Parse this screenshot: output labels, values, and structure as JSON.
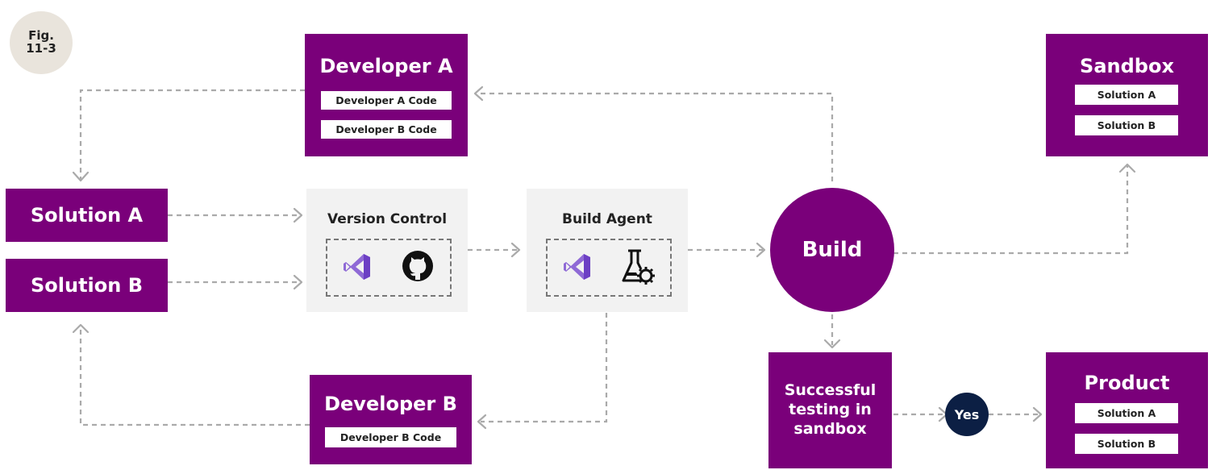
{
  "figure_label": [
    "Fig.",
    "11-3"
  ],
  "developer_a": {
    "title": "Developer A",
    "tags": [
      "Developer A Code",
      "Developer B Code"
    ]
  },
  "developer_b": {
    "title": "Developer B",
    "tags": [
      "Developer B Code"
    ]
  },
  "sandbox": {
    "title": "Sandbox",
    "tags": [
      "Solution A",
      "Solution B"
    ]
  },
  "product": {
    "title": "Product",
    "tags": [
      "Solution A",
      "Solution B"
    ]
  },
  "solution_a": "Solution A",
  "solution_b": "Solution B",
  "version_control": {
    "title": "Version Control",
    "icons": [
      "visual-studio-icon",
      "github-icon"
    ]
  },
  "build_agent": {
    "title": "Build Agent",
    "icons": [
      "visual-studio-icon",
      "test-lab-icon"
    ]
  },
  "build": "Build",
  "testing": [
    "Successful",
    "testing in",
    "sandbox"
  ],
  "decision": "Yes",
  "colors": {
    "primary": "#7a007a",
    "panel": "#f2f2f2",
    "badge": "#e9e4dc",
    "decision": "#0c1f44",
    "connector": "#aaaaaa"
  }
}
